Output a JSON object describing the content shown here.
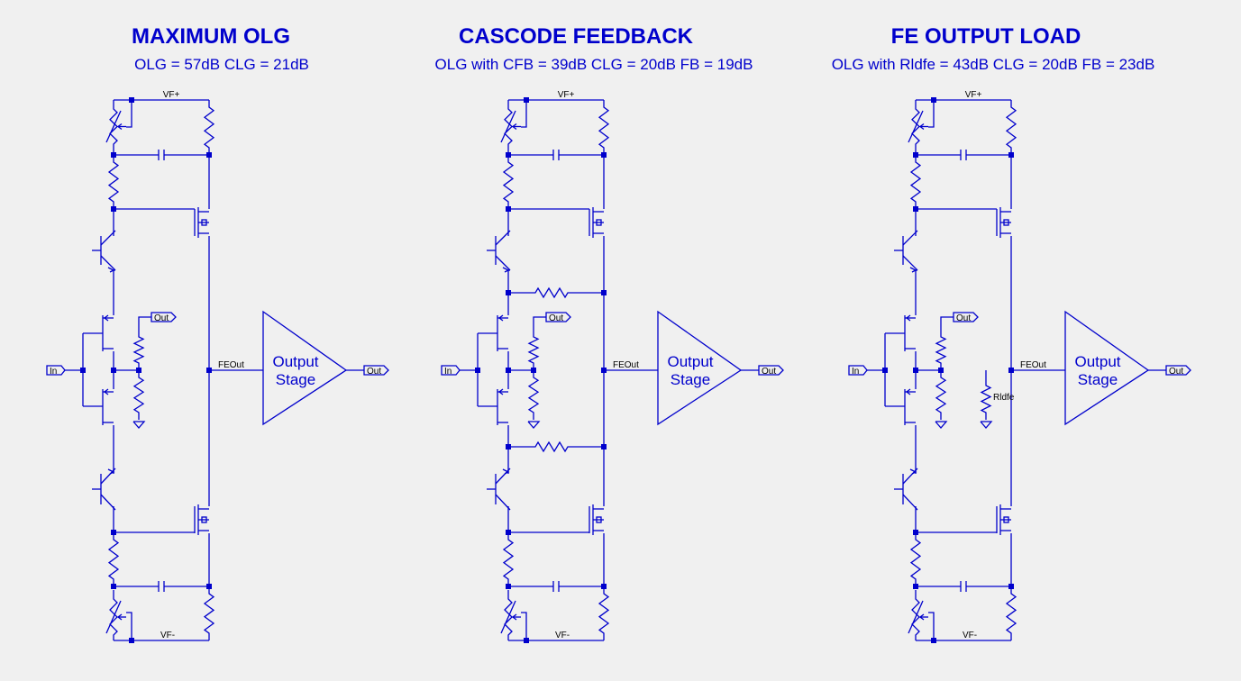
{
  "circuits": [
    {
      "title": "MAXIMUM OLG",
      "subtitle": "OLG = 57dB   CLG = 21dB",
      "variant": "base"
    },
    {
      "title": "CASCODE FEEDBACK",
      "subtitle": "OLG with CFB = 39dB   CLG = 20dB  FB = 19dB",
      "variant": "cascode_feedback"
    },
    {
      "title": "FE OUTPUT LOAD",
      "subtitle": "OLG with Rldfe = 43dB   CLG = 20dB  FB = 23dB",
      "variant": "output_load"
    }
  ],
  "labels": {
    "vf_plus": "VF+",
    "vf_minus": "VF-",
    "in": "In",
    "out": "Out",
    "fe_out": "FEOut",
    "output_stage_line1": "Output",
    "output_stage_line2": "Stage",
    "rldfe": "Rldfe"
  },
  "colors": {
    "wire": "#0000cc",
    "background": "#f0f0f0",
    "label_text": "#000000"
  }
}
